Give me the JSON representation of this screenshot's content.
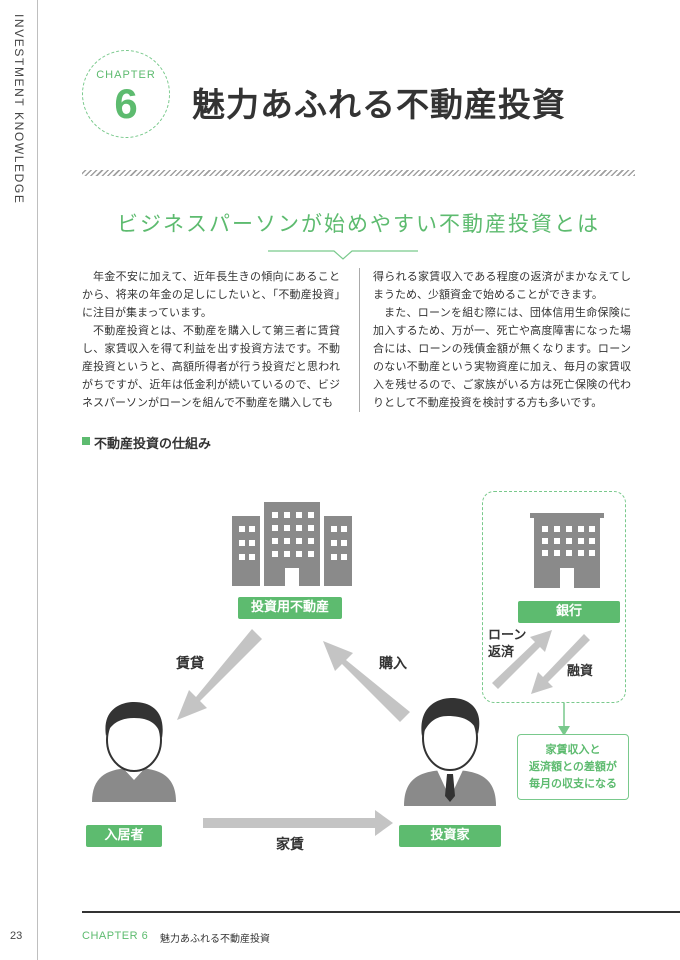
{
  "side_label": "INVESTMENT KNOWLEDGE",
  "page_number": "23",
  "chapter": {
    "label": "CHAPTER",
    "number": "6",
    "title": "魅力あふれる不動産投資"
  },
  "subtitle": "ビジネスパーソンが始めやすい不動産投資とは",
  "body": {
    "left": [
      "年金不安に加えて、近年長生きの傾向にあることから、将来の年金の足しにしたいと、「不動産投資」に注目が集まっています。",
      "不動産投資とは、不動産を購入して第三者に賃貸し、家賃収入を得て利益を出す投資方法です。不動産投資というと、高額所得者が行う投資だと思われがちですが、近年は低金利が続いているので、ビジネスパーソンがローンを組んで不動産を購入しても"
    ],
    "right": [
      "得られる家賃収入である程度の返済がまかなえてしまうため、少額資金で始めることができます。",
      "また、ローンを組む際には、団体信用生命保険に加入するため、万が一、死亡や高度障害になった場合には、ローンの残債金額が無くなります。ローンのない不動産という実物資産に加え、毎月の家賃収入を残せるので、ご家族がいる方は死亡保険の代わりとして不動産投資を検討する方も多いです。"
    ]
  },
  "section_title": "不動産投資の仕組み",
  "diagram": {
    "property": "投資用不動産",
    "bank": "銀行",
    "resident": "入居者",
    "investor": "投資家",
    "lease": "賃貸",
    "purchase": "購入",
    "rent": "家賃",
    "repay_line1": "ローン",
    "repay_line2": "返済",
    "finance": "融資",
    "note_line1": "家賃収入と",
    "note_line2": "返済額との差額が",
    "note_line3": "毎月の収支になる",
    "colors": {
      "accent": "#5dbb6f",
      "icon": "#8a8a8a",
      "arrow": "#c4c4c4"
    }
  },
  "footer": {
    "chapter": "CHAPTER 6",
    "title": "魅力あふれる不動産投資"
  }
}
